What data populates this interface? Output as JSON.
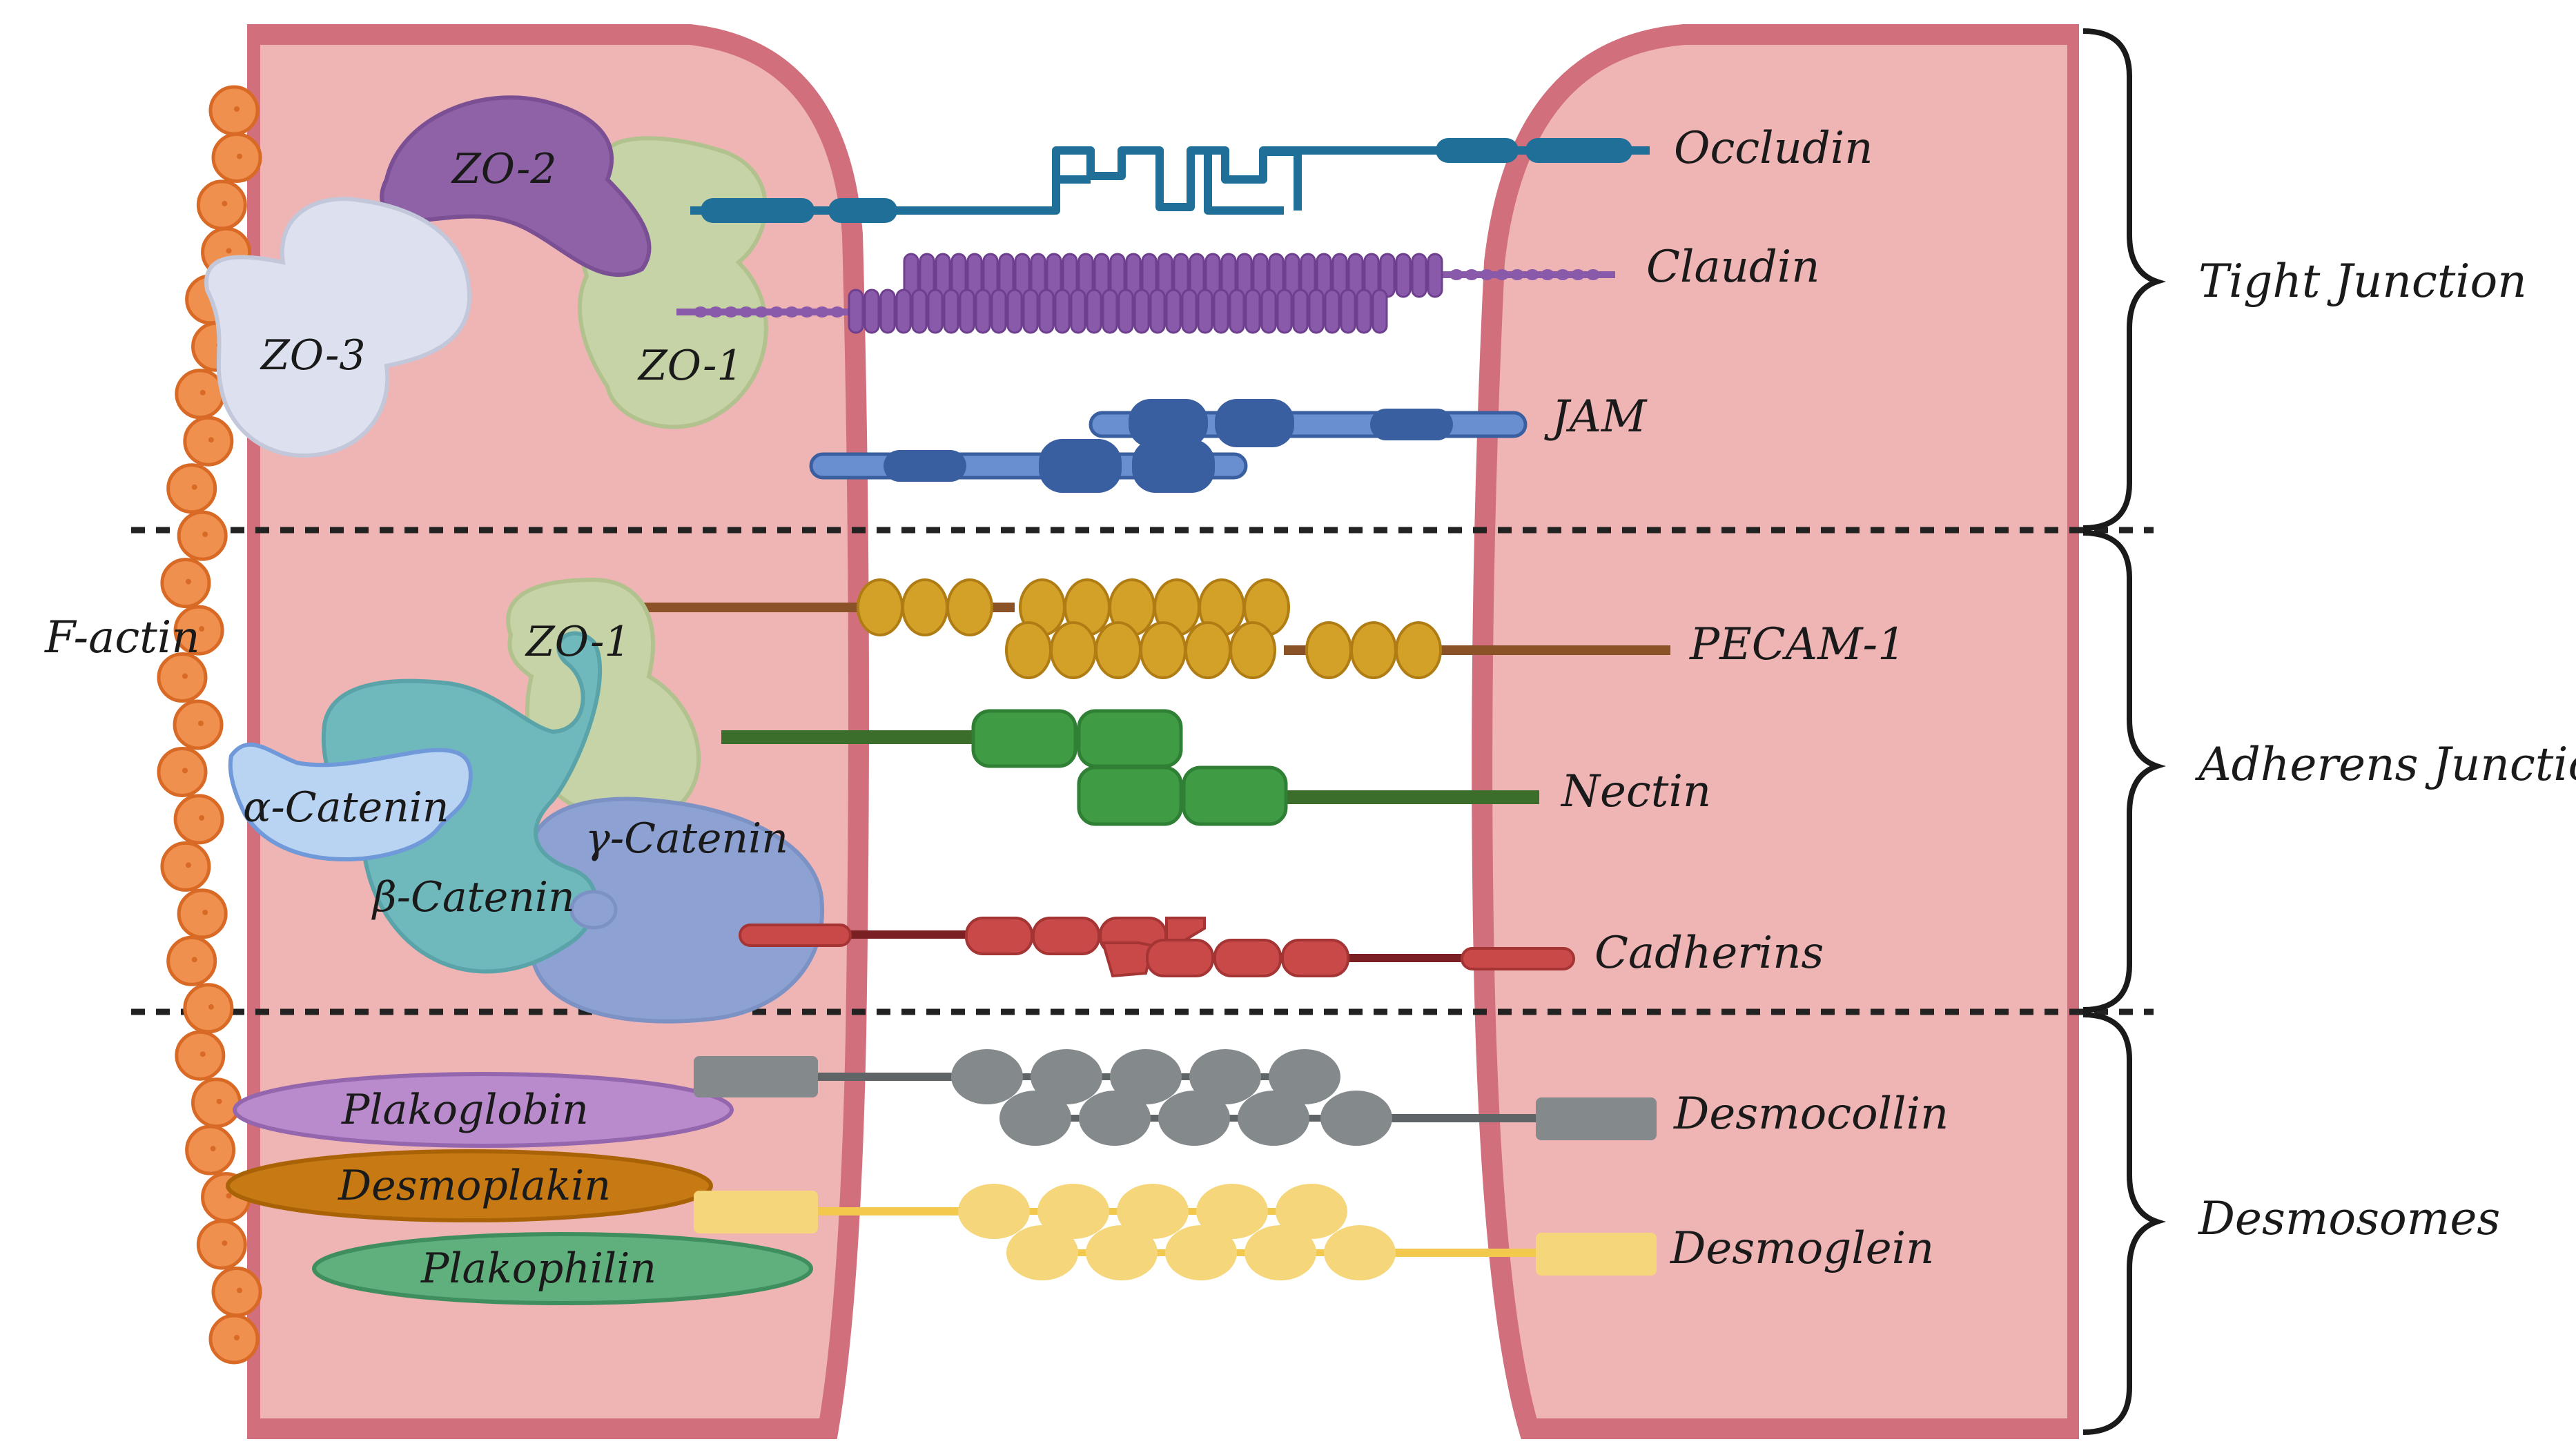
{
  "colors": {
    "cell_fill": "#efb4b4",
    "membrane": "#d1707c",
    "actin": "#f0904f",
    "occludin": "#1f6f98",
    "claudin": "#8a5aaa",
    "jam": "#3a5fa0",
    "pecam": "#d3a028",
    "nectin": "#3f9c44",
    "cadherin": "#c94848",
    "desmocollin": "#84898b",
    "desmoglein": "#f5d67a",
    "zo1": "#c5d3a6",
    "zo2": "#8f62a8",
    "zo3": "#dde0ee",
    "alpha_catenin": "#b9d3f2",
    "beta_catenin": "#6fb9bd",
    "gamma_catenin": "#8da2d2",
    "plakoglobin": "#b98bcc",
    "desmoplakin": "#c77a14",
    "plakophilin": "#5fb07d"
  },
  "labels": {
    "occludin": "Occludin",
    "claudin": "Claudin",
    "jam": "JAM",
    "pecam": "PECAM-1",
    "nectin": "Nectin",
    "cadherins": "Cadherins",
    "desmocollin": "Desmocollin",
    "desmoglein": "Desmoglein",
    "f_actin": "F-actin",
    "zo1_top": "ZO-1",
    "zo1_mid": "ZO-1",
    "zo2": "ZO-2",
    "zo3": "ZO-3",
    "alpha_catenin": "α-Catenin",
    "beta_catenin": "β-Catenin",
    "gamma_catenin": "γ-Catenin",
    "plakoglobin": "Plakoglobin",
    "desmoplakin": "Desmoplakin",
    "plakophilin": "Plakophilin"
  },
  "groups": {
    "tight": "Tight Junction",
    "adherens": "Adherens Junction",
    "desmosomes": "Desmosomes"
  }
}
